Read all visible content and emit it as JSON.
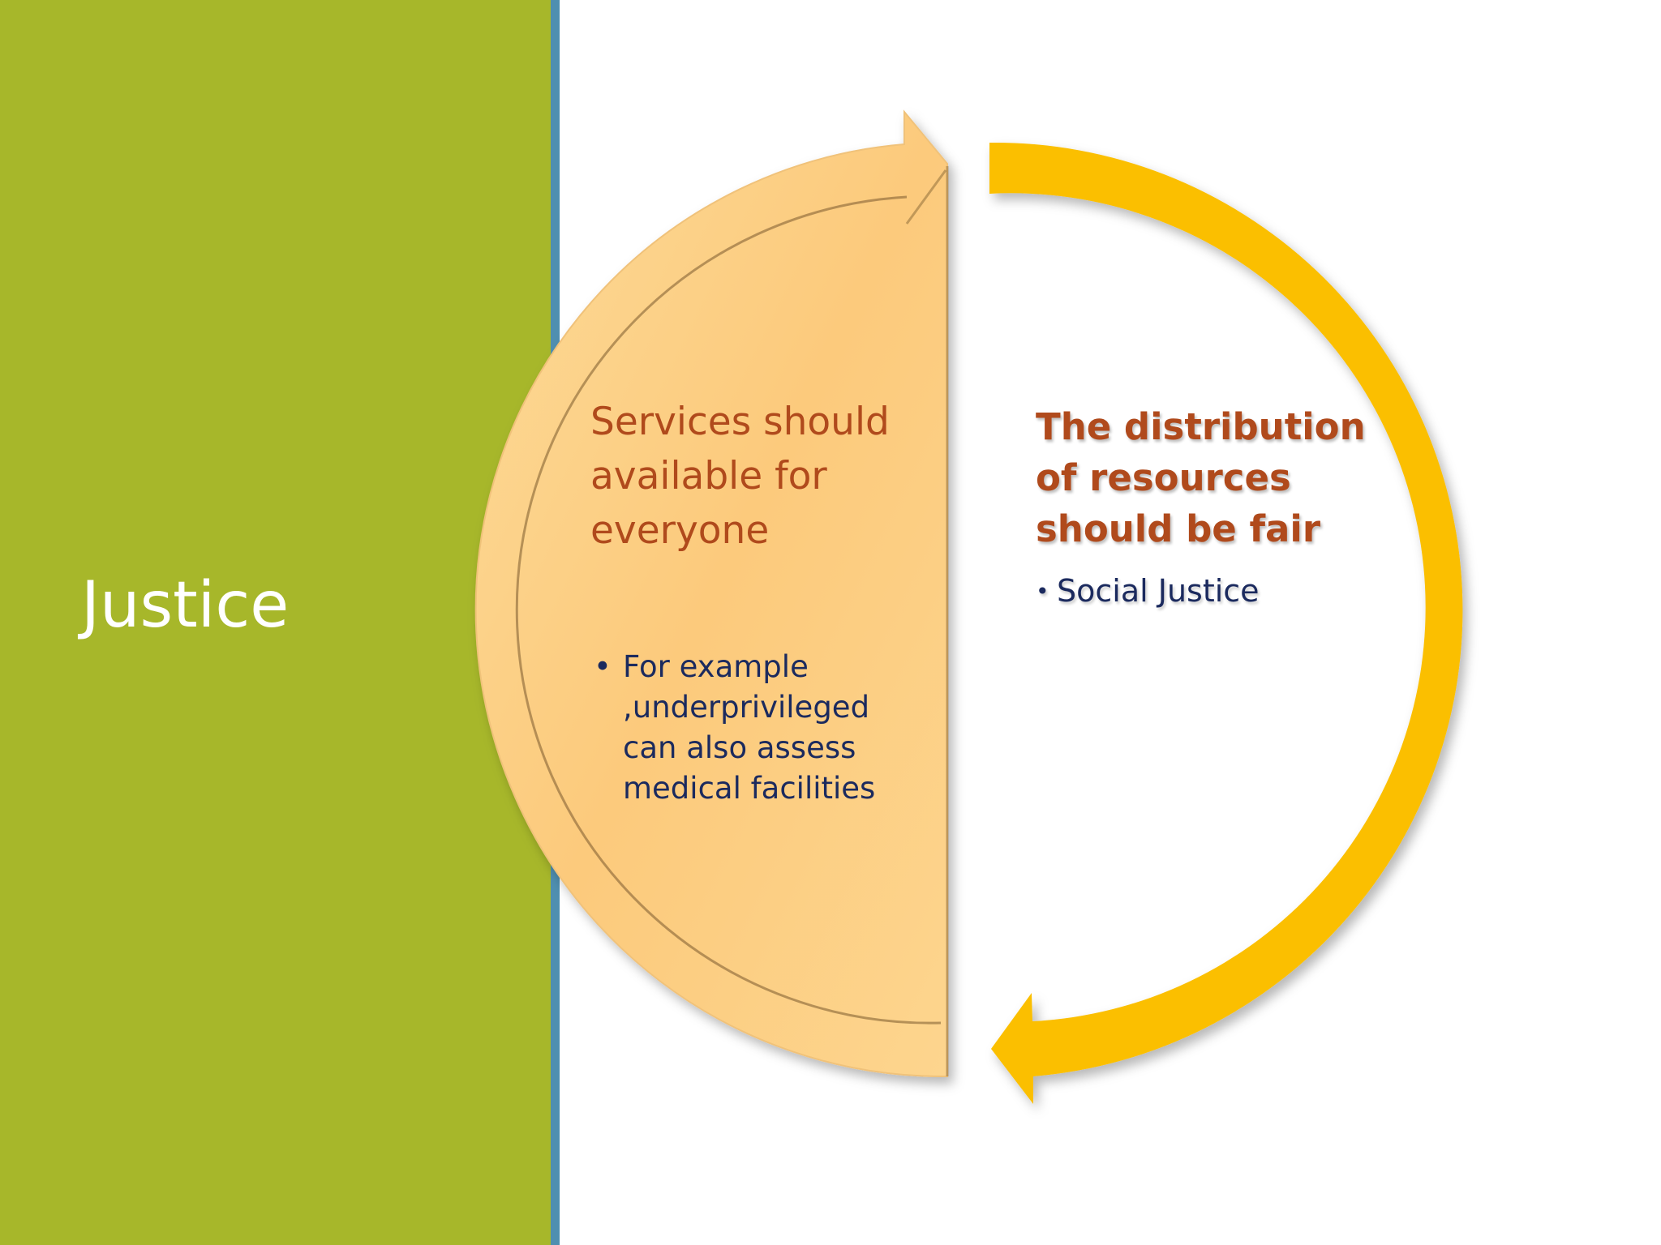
{
  "slide": {
    "title": "Justice"
  },
  "colors": {
    "side_panel": "#a7b72a",
    "side_accent": "#4f8fb0",
    "left_segment": "#fdd187",
    "right_arrow": "#fbbf05",
    "heading_text": "#b04a1c",
    "bullet_text": "#1b2a5e"
  },
  "cycle": {
    "left_segment": {
      "title": "Services should available for everyone",
      "bullets": [
        "For example ,underprivileged can also assess medical facilities"
      ]
    },
    "right_segment": {
      "title": "The distribution of resources should be fair",
      "bullets": [
        "Social Justice"
      ]
    }
  }
}
